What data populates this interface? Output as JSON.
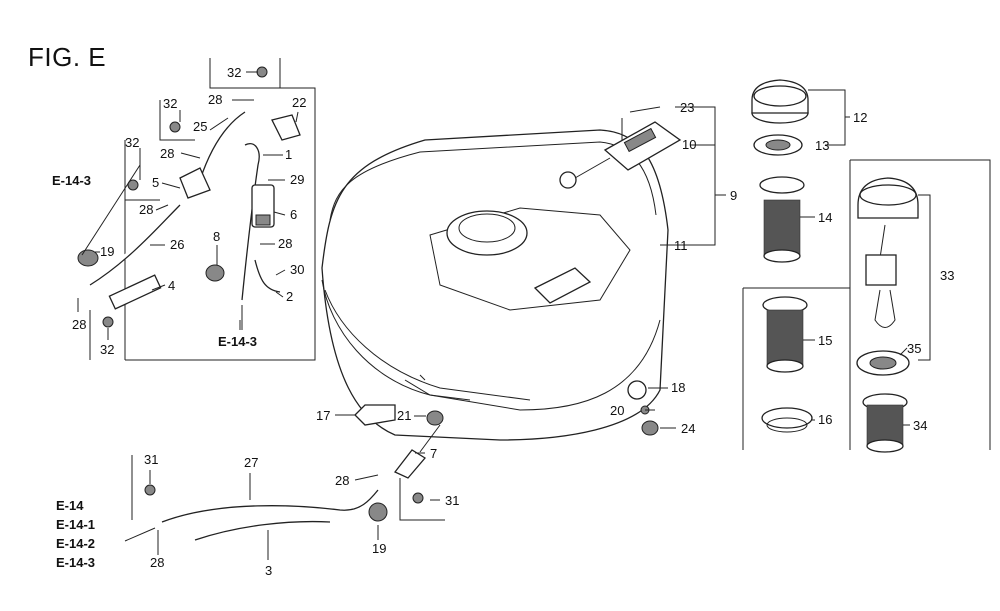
{
  "figure": {
    "title": "FIG. E"
  },
  "refs": {
    "e143_top": "E-14-3",
    "e143_mid": "E-14-3",
    "e14": "E-14",
    "e141": "E-14-1",
    "e142": "E-14-2",
    "e143_bot": "E-14-3"
  },
  "callouts": {
    "p32a": "32",
    "p28a": "28",
    "p22": "22",
    "p32b": "32",
    "p25": "25",
    "p32c": "32",
    "p28b": "28",
    "p1": "1",
    "p5": "5",
    "p29": "29",
    "p28c": "28",
    "p6": "6",
    "p8": "8",
    "p28d": "28",
    "p19a": "19",
    "p26": "26",
    "p30": "30",
    "p2": "2",
    "p4": "4",
    "p28e": "28",
    "p32d": "32",
    "p23": "23",
    "p10": "10",
    "p9": "9",
    "p11": "11",
    "p12": "12",
    "p13": "13",
    "p14": "14",
    "p33": "33",
    "p15": "15",
    "p35": "35",
    "p16": "16",
    "p34": "34",
    "p18": "18",
    "p20": "20",
    "p24": "24",
    "p17": "17",
    "p21": "21",
    "p7": "7",
    "p28f": "28",
    "p31a": "31",
    "p27": "27",
    "p31b": "31",
    "p19b": "19",
    "p28g": "28",
    "p3": "3"
  }
}
